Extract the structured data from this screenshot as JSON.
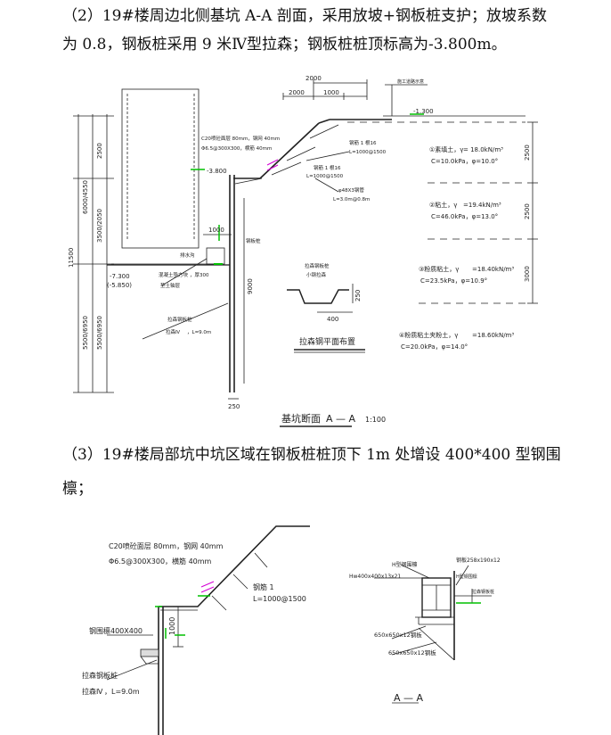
{
  "paragraph1": {
    "line1": "（2）19#楼周边北侧基坑 A-A 剖面，采用放坡+钢板桩支护；放坡系数",
    "line2": "为 0.8，钢板桩采用 9 米Ⅳ型拉森；钢板桩桩顶标高为-3.800m。"
  },
  "drawing1": {
    "dim_2000_top": "2000",
    "dim_2000": "2000",
    "dim_1000": "1000",
    "road_label": "施工道路示意",
    "elev_top": "-1.300",
    "dim_2500_left": "2500",
    "dim_6000_4550": "6000/4550",
    "dim_3500_2050": "3500/2050",
    "dim_11500": "11500",
    "dim_5500_6950_a": "5500/6950",
    "dim_5500_6950_b": "5500/6950",
    "spray_line1": "C20喷砼面层 80mm，钢网 40mm",
    "spray_line2": "Φ6.5@300X300，横筋 40mm",
    "elev_pile_top": "-3.800",
    "nail_upper_1": "钢筋 1 根16",
    "nail_upper_2": "L=1000@1500",
    "nail_lower_1": "钢筋 1 根16",
    "nail_lower_2": "L=1000@1500",
    "pipe_1": "φ48X3钢管",
    "pipe_2": "L=3.0m@0.8m",
    "dim_1000_mid": "1000",
    "drain_label": "排水沟",
    "drain_side": "钢板桩",
    "cushion_1": "混凝土垫方块",
    "cushion_2": "，厚300",
    "cushion_3": "垫土轴层",
    "elev_bottom_1": "-7.300",
    "elev_bottom_2": "(-5.850)",
    "pile_label_1": "拉森钢板桩",
    "pile_label_2": "拉森Ⅳ",
    "pile_label_3": "，L=9.0m",
    "dim_9000": "9000",
    "dim_250_bottom": "250",
    "section_title": "基坑断面",
    "section_name": "A — A",
    "section_scale": "1:100",
    "plan_label_1": "拉森钢板桩",
    "plan_label_2": "小钢拉森",
    "plan_dim_250": "250",
    "plan_dim_400": "400",
    "plan_title": "拉森钢平面布置",
    "soil1_a": "①素填土，γ",
    "soil1_b": "= 18.0kN/m³",
    "soil1_c": "C=10.0kPa，φ=10.0°",
    "soil2_a": "②粘土，γ",
    "soil2_b": "=19.4kN/m³",
    "soil2_c": "C=46.0kPa，φ=13.0°",
    "soil3_a": "③粉质粘土，γ",
    "soil3_b": "=18.40kN/m³",
    "soil3_c": "C=23.5kPa，φ=10.9°",
    "soil4_a": "④粉质粘土夹粉土，γ",
    "soil4_b": "=18.60kN/m³",
    "soil4_c": "C=20.0kPa，φ=14.0°",
    "dim_r_2500": "2500",
    "dim_r_2500b": "2500",
    "dim_r_3000": "3000"
  },
  "paragraph2": {
    "line1": "（3）19#楼局部坑中坑区域在钢板桩桩顶下 1m 处增设 400*400 型钢围",
    "line2": "檩；"
  },
  "drawing2": {
    "spray_line1": "C20喷砼面层 80mm，钢网 40mm",
    "spray_line2": "Φ6.5@300X300，横筋 40mm",
    "nail_1": "钢筋 1",
    "nail_2": "L=1000@1500",
    "waler_label": "钢围檩400X400",
    "dim_1000": "1000",
    "pile_label_1": "拉森钢板桩",
    "pile_label_2": "拉森Ⅳ",
    "pile_label_3": "，L=9.0m",
    "h_beam_label": "H型钢围檩",
    "h_beam_spec": "Hw400x400x13x21",
    "plate_label": "钢板258x190x12",
    "h_beam_label2": "H型钢围檩",
    "pile_side": "拉森钢板桩",
    "plate_a": "650x650x12钢板",
    "plate_b": "650x650x12钢板",
    "section_name": "A — A"
  }
}
